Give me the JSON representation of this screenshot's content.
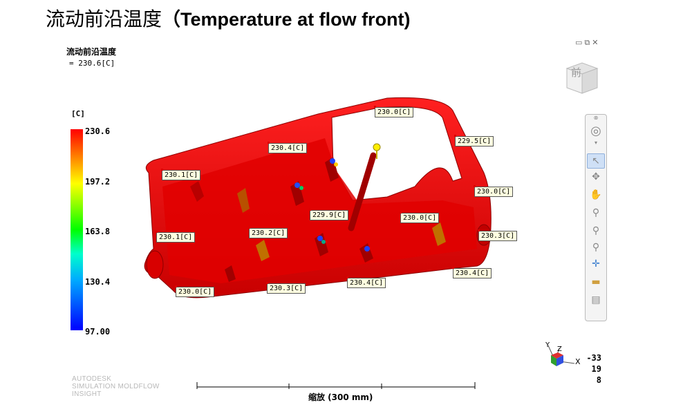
{
  "slide": {
    "title_cn": "流动前沿温度",
    "title_en": "（Temperature at flow front)"
  },
  "result": {
    "name": "流动前沿温度",
    "value": "= 230.6[C]",
    "unit": "[C]"
  },
  "colorbar": {
    "labels": [
      "230.6",
      "197.2",
      "163.8",
      "130.4",
      "97.00"
    ],
    "colors": [
      "#ff0000",
      "#ffaa00",
      "#ffff00",
      "#00ff00",
      "#00aaff",
      "#0000ff"
    ]
  },
  "part_color": "#e00000",
  "probe_labels": [
    "230.0[C]",
    "230.4[C]",
    "229.5[C]",
    "230.1[C]",
    "230.0[C]",
    "229.9[C]",
    "230.0[C]",
    "230.2[C]",
    "230.1[C]",
    "230.3[C]",
    "230.4[C]",
    "230.0[C]",
    "230.3[C]",
    "230.4[C]"
  ],
  "brand": {
    "line1": "AUTODESK",
    "line2": "SIMULATION MOLDFLOW",
    "line3": "INSIGHT"
  },
  "scale": {
    "label": "缩放 (300 mm)"
  },
  "viewcube": {
    "face_label": "前"
  },
  "window_controls": {
    "minimize": "▭",
    "restore": "⧉",
    "close": "✕"
  },
  "triad": {
    "x": "X",
    "y": "Y",
    "z": "Z"
  },
  "coords": {
    "x": "-33",
    "y": "19",
    "z": "8"
  },
  "toolbar": {
    "icons": [
      "close-icon",
      "steering-wheel-icon",
      "chevron-down-icon",
      "select-arrow-icon",
      "rotate-icon",
      "pan-hand-icon",
      "zoom-icon",
      "zoom-window-icon",
      "zoom-extents-icon",
      "center-icon",
      "measure-icon",
      "screenshot-icon"
    ]
  }
}
